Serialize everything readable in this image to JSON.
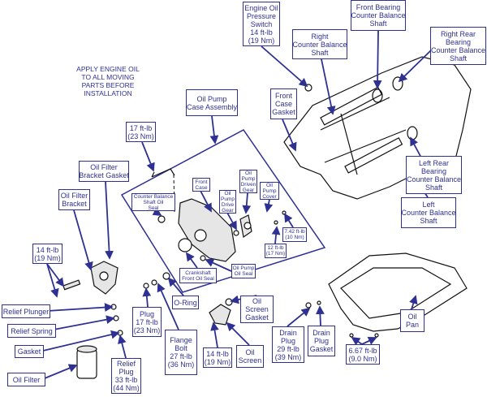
{
  "accent_color": "#2e3192",
  "note": [
    "APPLY ENGINE OIL",
    "TO ALL MOVING",
    "PARTS BEFORE",
    "INSTALLATION"
  ],
  "labels": {
    "engine_oil_pressure_switch": [
      "Engine Oil",
      "Pressure",
      "Switch",
      "14 ft-lb",
      "(19 Nm)"
    ],
    "front_bearing_cb_shaft": [
      "Front Bearing",
      "Counter Balance",
      "Shaft"
    ],
    "right_cb_shaft": [
      "Right",
      "Counter Balance",
      "Shaft"
    ],
    "right_rear_bearing_cb_shaft": [
      "Right Rear",
      "Bearing",
      "Counter Balance",
      "Shaft"
    ],
    "front_case_gasket": [
      "Front",
      "Case",
      "Gasket"
    ],
    "oil_pump_case_assembly": [
      "Oil Pump",
      "Case Assembly"
    ],
    "torque_17_top": [
      "17 ft-lb",
      "(23 Nm)"
    ],
    "oil_filter_bracket_gasket": [
      "Oil Filter",
      "Bracket Gasket"
    ],
    "front_case": [
      "Front",
      "Case"
    ],
    "oil_pump_driven_gear": [
      "Oil",
      "Pump",
      "Driven",
      "Gear"
    ],
    "oil_pump_drive_gear": [
      "Oil",
      "Pump",
      "Drive",
      "Gear"
    ],
    "oil_pump_cover": [
      "Oil",
      "Pump",
      "Cover"
    ],
    "cb_shaft_oil_seal": [
      "Counter Balance",
      "Shaft Oil",
      "Seal"
    ],
    "torque_742": [
      "7.42 ft-lb",
      "(10 Nm)"
    ],
    "torque_12": [
      "12 ft-lb",
      "(17 Nm)"
    ],
    "crankshaft_front_oil_seal": [
      "Crankshaft",
      "Front Oil Seal"
    ],
    "oil_pump_oil_seal": [
      "Oil Pump",
      "Oil Seal"
    ],
    "oil_filter_bracket": [
      "Oil Filter",
      "Bracket"
    ],
    "left_rear_bearing_cb_shaft": [
      "Left Rear",
      "Bearing",
      "Counter Balance",
      "Shaft"
    ],
    "left_cb_shaft": [
      "Left",
      "Counter Balance",
      "Shaft"
    ],
    "torque_14_left": [
      "14 ft-lb",
      "(19 Nm)"
    ],
    "o_ring": [
      "O-Ring"
    ],
    "oil_screen_gasket": [
      "Oil",
      "Screen",
      "Gasket"
    ],
    "plug": [
      "Plug",
      "17 ft-lb",
      "(23 Nm)"
    ],
    "flange_bolt": [
      "Flange",
      "Bolt",
      "27 ft-lb",
      "(36 Nm)"
    ],
    "torque_14_screen": [
      "14 ft-lb",
      "(19 Nm)"
    ],
    "oil_screen": [
      "Oil",
      "Screen"
    ],
    "drain_plug": [
      "Drain",
      "Plug",
      "29 ft-lb",
      "(39 Nm)"
    ],
    "drain_plug_gasket": [
      "Drain",
      "Plug",
      "Gasket"
    ],
    "torque_667": [
      "6.67 ft-lb",
      "(9.0 Nm)"
    ],
    "oil_pan": [
      "Oil",
      "Pan"
    ],
    "relief_plunger": [
      "Relief Plunger"
    ],
    "relief_spring": [
      "Relief Spring"
    ],
    "gasket": [
      "Gasket"
    ],
    "oil_filter": [
      "Oil Filter"
    ],
    "relief_plug": [
      "Relief",
      "Plug",
      "33 ft-lb",
      "(44 Nm)"
    ]
  }
}
